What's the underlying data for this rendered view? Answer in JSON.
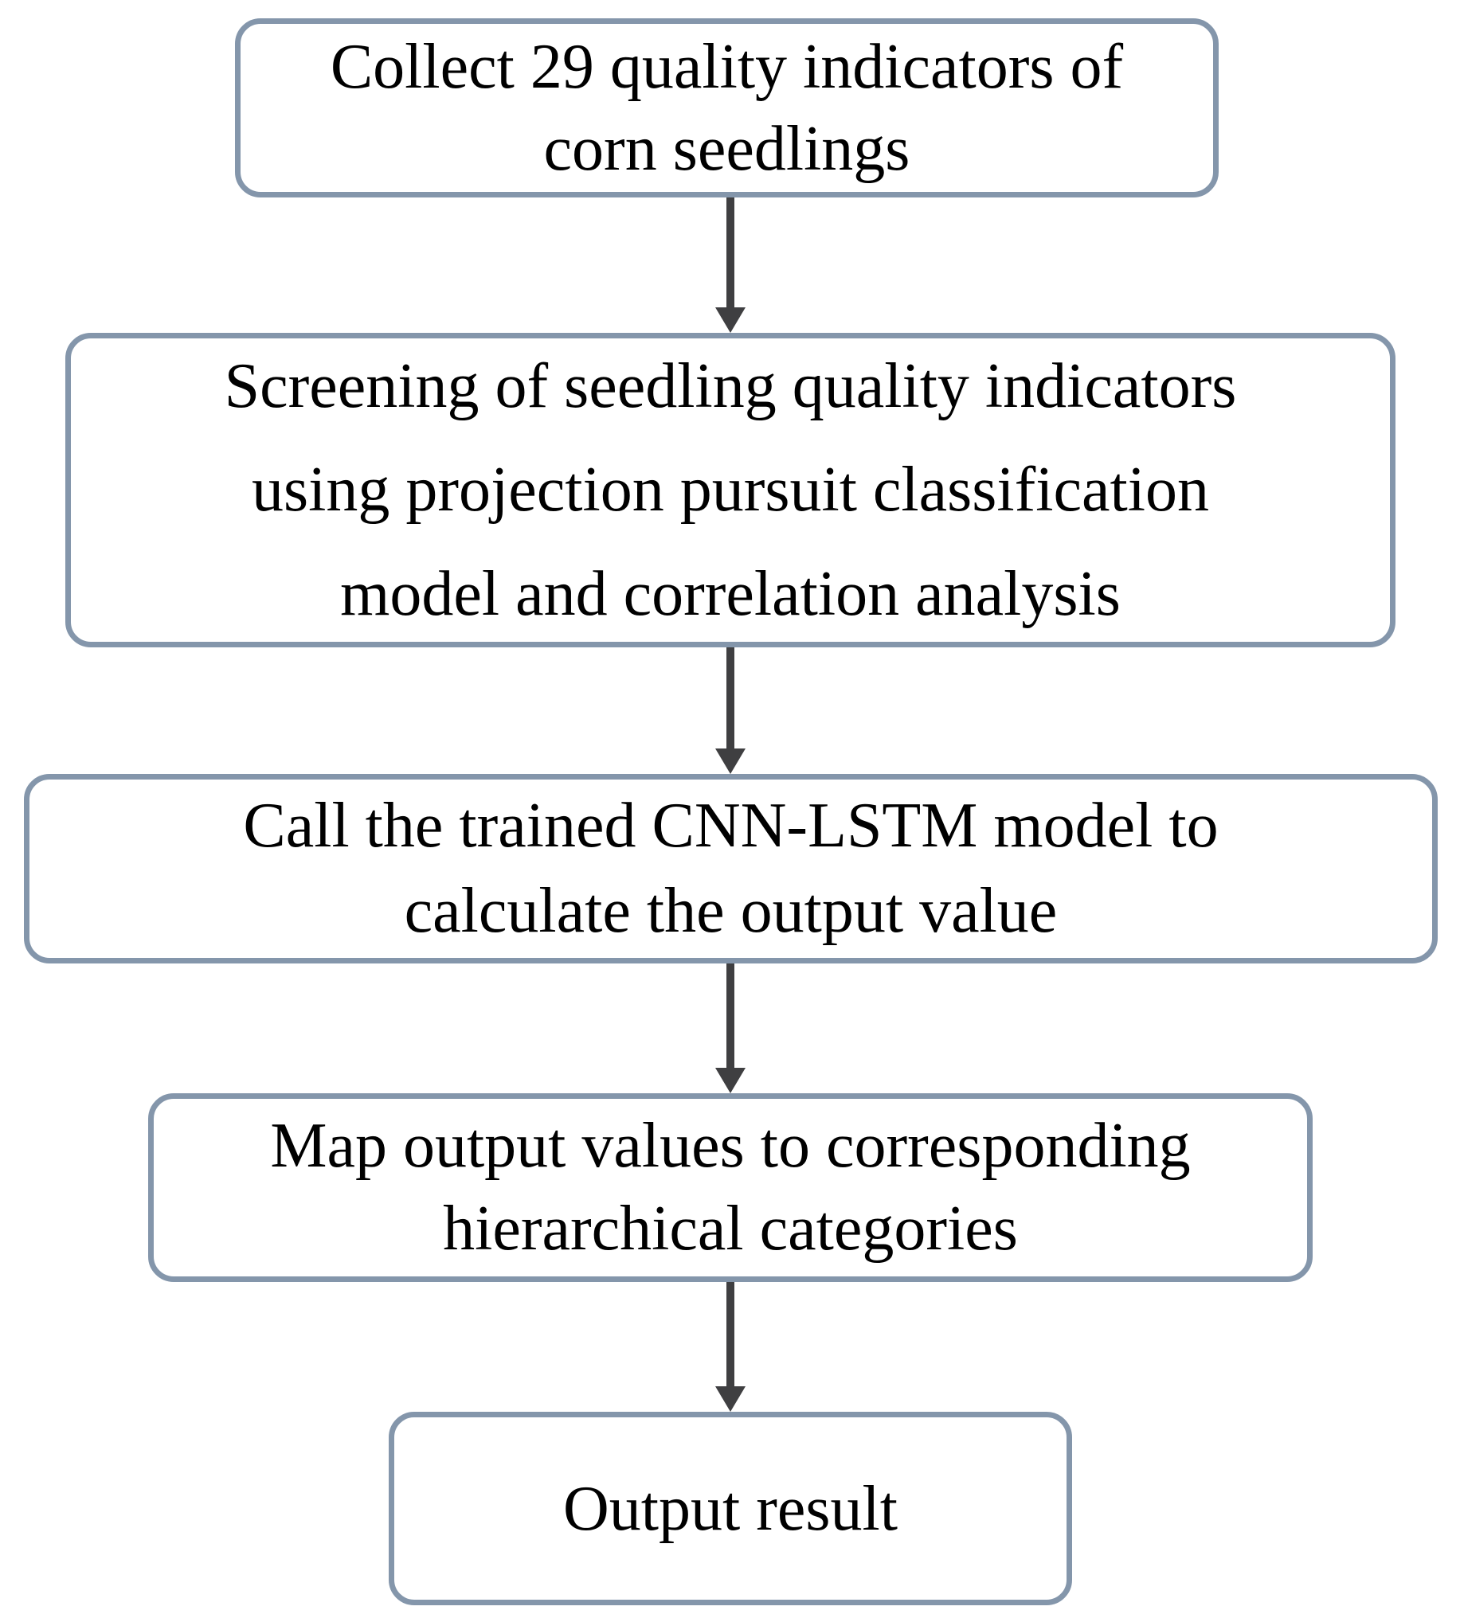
{
  "diagram": {
    "type": "flowchart",
    "direction": "top-to-bottom",
    "colors": {
      "box_border": "#8496ab",
      "box_corner_accent": "#1e3a5f",
      "box_fill": "#ffffff",
      "arrow": "#3f3f41",
      "text": "#000000",
      "background": "#ffffff"
    },
    "boxes": [
      {
        "id": "collect-indicators",
        "label": "Collect 29 quality indicators of\ncorn seedlings"
      },
      {
        "id": "screening-indicators",
        "label": "Screening of seedling quality indicators\nusing projection pursuit classification\nmodel and correlation analysis"
      },
      {
        "id": "call-cnn-lstm",
        "label": "Call the trained CNN-LSTM model to\ncalculate the output value"
      },
      {
        "id": "map-output-values",
        "label": "Map output values to corresponding\nhierarchical categories"
      },
      {
        "id": "output-result",
        "label": "Output result"
      }
    ],
    "connections": [
      {
        "from": "collect-indicators",
        "to": "screening-indicators",
        "style": "solid-arrow-down"
      },
      {
        "from": "screening-indicators",
        "to": "call-cnn-lstm",
        "style": "solid-arrow-down"
      },
      {
        "from": "call-cnn-lstm",
        "to": "map-output-values",
        "style": "solid-arrow-down"
      },
      {
        "from": "map-output-values",
        "to": "output-result",
        "style": "solid-arrow-down"
      }
    ]
  }
}
